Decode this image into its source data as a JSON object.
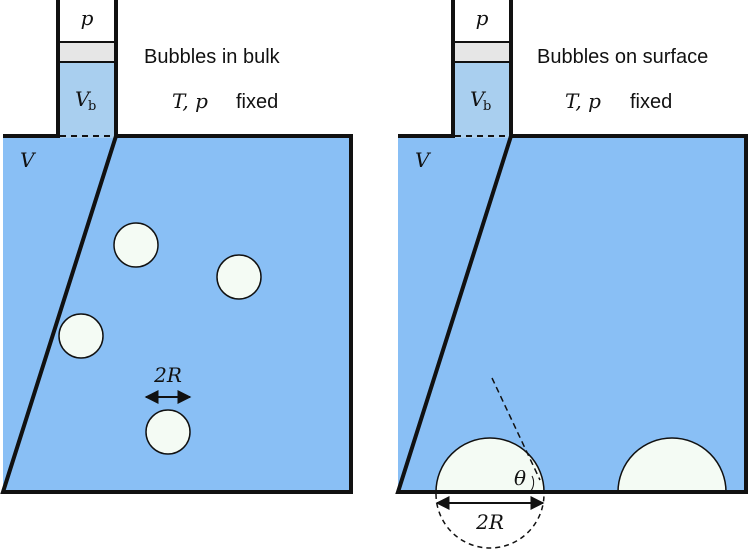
{
  "panels": {
    "left": {
      "title": "Bubbles in bulk",
      "cond_vars": "T, p",
      "cond_word": "fixed",
      "piston_label": "p",
      "reservoir_label": "V",
      "reservoir_sub": "b",
      "volume_label": "V",
      "dimension_label": "2R"
    },
    "right": {
      "title": "Bubbles on surface",
      "cond_vars": "T, p",
      "cond_word": "fixed",
      "piston_label": "p",
      "reservoir_label": "V",
      "reservoir_sub": "b",
      "volume_label": "V",
      "dimension_label": "2R",
      "angle_label": "θ"
    }
  },
  "colors": {
    "liquid": "#89BFF5",
    "reservoir": "#A9CFEF",
    "piston": "#E6E6E6",
    "bubble": "#F4FBF4",
    "outline": "#111111"
  }
}
